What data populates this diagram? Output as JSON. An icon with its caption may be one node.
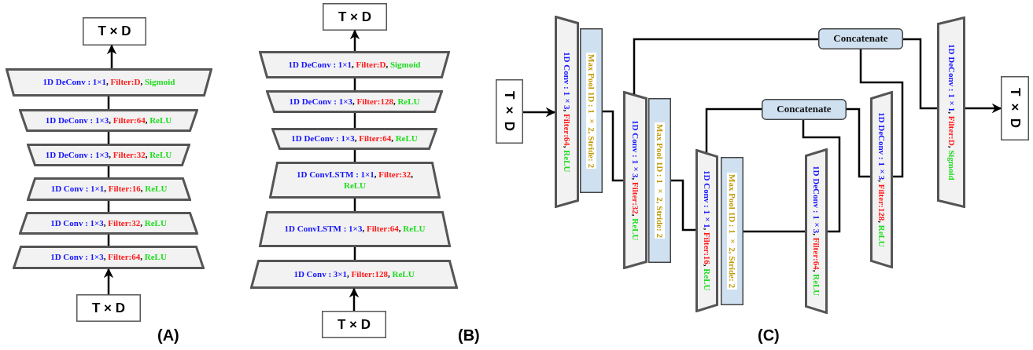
{
  "diagram": {
    "nodes": [
      {
        "text": [
          "T × D"
        ]
      },
      {
        "text": [
          "1D DeConv : 1×1, Filter:D, Sigmoid"
        ]
      },
      {
        "text": [
          "1D DeConv : 1×3, Filter:64, ReLU"
        ]
      },
      {
        "text": [
          "1D DeConv : 1×3, Filter:32, ReLU"
        ]
      },
      {
        "text": [
          "1D Conv : 1×1, Filter:16, ReLU"
        ]
      },
      {
        "text": [
          "1D Conv : 1×3, Filter:32, ReLU"
        ]
      },
      {
        "text": [
          "1D Conv : 1×3, Filter:64, ReLU"
        ]
      },
      {
        "text": [
          "T × D"
        ]
      },
      {
        "text": [
          "T × D"
        ]
      },
      {
        "text": [
          "1D DeConv : 1×1, Filter:D, Sigmoid"
        ]
      },
      {
        "text": [
          "1D DeConv : 1×3, Filter:128, ReLU"
        ]
      },
      {
        "text": [
          "1D DeConv : 1×3, Filter:64, ReLU"
        ]
      },
      {
        "text": [
          "1D ConvLSTM : 1×1, Filter:32, ReLU"
        ]
      },
      {
        "text": [
          "1D ConvLSTM : 1×3, Filter:64, ReLU"
        ]
      },
      {
        "text": [
          "1D Conv : 3×1, Filter:128, ReLU"
        ]
      },
      {
        "text": [
          "T × D"
        ]
      },
      {
        "text": [
          "T × D"
        ]
      },
      {
        "text": [
          "1D Conv : 1×3, Filter:64, ReLU"
        ]
      },
      {
        "text": [
          "Max Pool 1D : 1 × 2, Stride: 2"
        ]
      },
      {
        "text": [
          "1D Conv : 1×3, Filter:32, ReLU"
        ]
      },
      {
        "text": [
          "Max Pool 1D : 1 × 2, Stride: 2"
        ]
      },
      {
        "text": [
          "1D Conv : 1×1, Filter:16, ReLU"
        ]
      },
      {
        "text": [
          "Max Pool 1D : 1 × 2, Stride: 2"
        ]
      },
      {
        "text": [
          "Concatenate"
        ]
      },
      {
        "text": [
          "1D DeConv : 1×3, Filter:64, ReLU"
        ]
      },
      {
        "text": [
          "Concatenate"
        ]
      },
      {
        "text": [
          "1D DeConv : 1×3, Filter:128, ReLU"
        ]
      },
      {
        "text": [
          "1D DeConv : 1×1, Filter:D, Sigmoid"
        ]
      },
      {
        "text": [
          "T × D"
        ]
      }
    ],
    "edges": [
      {
        "from": 7,
        "to": 6,
        "arrow": "to"
      },
      {
        "from": 6,
        "to": 5,
        "arrow": "none"
      },
      {
        "from": 5,
        "to": 4,
        "arrow": "none"
      },
      {
        "from": 4,
        "to": 3,
        "arrow": "none"
      },
      {
        "from": 3,
        "to": 2,
        "arrow": "none"
      },
      {
        "from": 2,
        "to": 1,
        "arrow": "none"
      },
      {
        "from": 1,
        "to": 0,
        "arrow": "to"
      },
      {
        "from": 15,
        "to": 14,
        "arrow": "to"
      },
      {
        "from": 14,
        "to": 13,
        "arrow": "none"
      },
      {
        "from": 13,
        "to": 12,
        "arrow": "none"
      },
      {
        "from": 12,
        "to": 11,
        "arrow": "none"
      },
      {
        "from": 11,
        "to": 10,
        "arrow": "none"
      },
      {
        "from": 10,
        "to": 9,
        "arrow": "none"
      },
      {
        "from": 9,
        "to": 8,
        "arrow": "to"
      },
      {
        "from": 16,
        "to": 17,
        "arrow": "to"
      },
      {
        "from": 18,
        "to": 19,
        "arrow": "none"
      },
      {
        "from": 19,
        "to": 25,
        "arrow": "none"
      },
      {
        "from": 20,
        "to": 21,
        "arrow": "none"
      },
      {
        "from": 21,
        "to": 23,
        "arrow": "none"
      },
      {
        "from": 22,
        "to": 24,
        "arrow": "none"
      },
      {
        "from": 24,
        "to": 23,
        "arrow": "none"
      },
      {
        "from": 23,
        "to": 26,
        "arrow": "none"
      },
      {
        "from": 26,
        "to": 25,
        "arrow": "none"
      },
      {
        "from": 25,
        "to": 27,
        "arrow": "none"
      },
      {
        "from": 27,
        "to": 28,
        "arrow": "to"
      }
    ],
    "labels": [
      "(A)",
      "(B)",
      "(C)"
    ]
  }
}
